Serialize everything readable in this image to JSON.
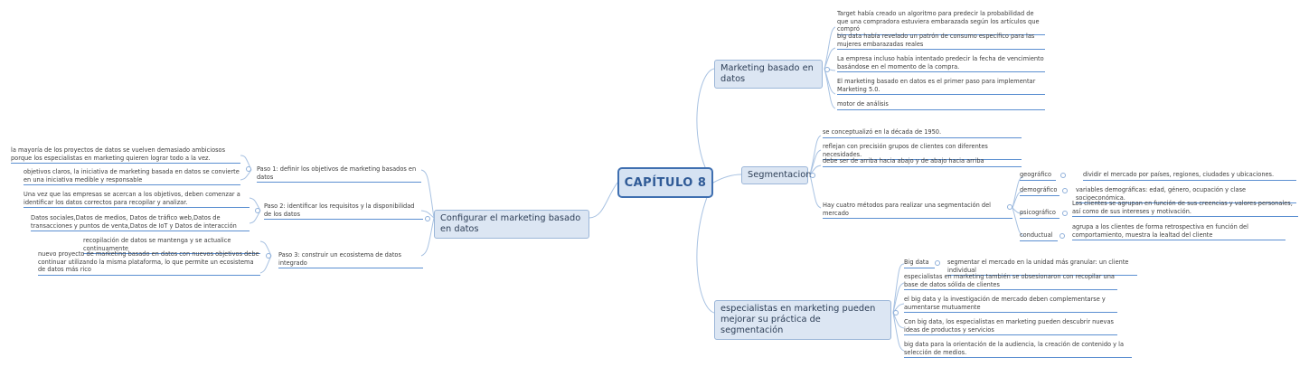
{
  "central": "CAPÍTULO 8",
  "marketing": {
    "title": "Marketing basado en datos",
    "items": [
      "Target había creado un algoritmo para predecir la probabilidad de que una compradora estuviera embarazada según los artículos que compró",
      "big data había revelado un patrón de consumo específico para las mujeres embarazadas reales",
      "La empresa incluso había intentado predecir la fecha de vencimiento basándose en el momento de la compra.",
      "El marketing basado en datos es el primer paso para implementar Marketing 5.0.",
      "motor de análisis"
    ]
  },
  "segmentacion": {
    "title": "Segmentacion",
    "items": [
      "se conceptualizó en la década de 1950.",
      "reflejan con precisión grupos de clientes con diferentes necesidades.",
      "debe ser de arriba hacia abajo y de abajo hacia arriba"
    ],
    "methods_label": "Hay cuatro métodos para realizar una segmentación del mercado",
    "methods": [
      {
        "name": "geográfico",
        "desc": "dividir el mercado por países, regiones, ciudades y ubicaciones."
      },
      {
        "name": "demográfico",
        "desc": "variables demográficas: edad, género, ocupación y clase socioeconómica."
      },
      {
        "name": "psicográfico",
        "desc": "Los clientes se agrupan en función de sus creencias y valores personales, así como de sus intereses y motivación."
      },
      {
        "name": "conductual",
        "desc": "agrupa a los clientes de forma retrospectiva en función del comportamiento, muestra la lealtad del cliente"
      }
    ]
  },
  "especialistas": {
    "title": "especialistas en marketing pueden mejorar su práctica de segmentación",
    "bigdata_label": "Big data",
    "bigdata_desc": "segmentar el mercado en la unidad más granular: un cliente individual",
    "items": [
      "especialistas en marketing también se obsesionaron con recopilar una base de datos sólida de clientes",
      "el big data y la investigación de mercado deben complementarse y aumentarse mutuamente",
      "Con big data, los especialistas en marketing pueden descubrir nuevas ideas de productos y servicios",
      "big data para la orientación de la audiencia, la creación de contenido y la selección de medios."
    ]
  },
  "configurar": {
    "title": "Configurar el marketing basado en datos",
    "paso1": {
      "label": "Paso 1: definir los objetivos de marketing basados en datos",
      "items": [
        "la mayoría de los proyectos de datos se vuelven demasiado ambiciosos porque los especialistas en marketing  quieren lograr todo a la vez.",
        "objetivos claros, la iniciativa de marketing basada en datos se convierte en una iniciativa medible y responsable"
      ]
    },
    "paso2": {
      "label": "Paso 2: identificar los requisitos y la disponibilidad de los datos",
      "items": [
        "Una vez que las empresas se acercan a los objetivos, deben comenzar a identificar los datos correctos para recopilar y analizar.",
        "Datos sociales,Datos de medios, Datos de tráfico web,Datos de transacciones y puntos de venta,Datos de IoT y Datos de interacción"
      ]
    },
    "paso3": {
      "label": "Paso 3: construir un ecosistema de datos integrado",
      "items": [
        "recopilación de datos se mantenga y se actualice continuamente",
        "nuevo proyecto de marketing basado en datos con nuevos objetivos debe continuar utilizando la misma plataforma, lo que permite un ecosistema de datos más rico"
      ]
    }
  }
}
